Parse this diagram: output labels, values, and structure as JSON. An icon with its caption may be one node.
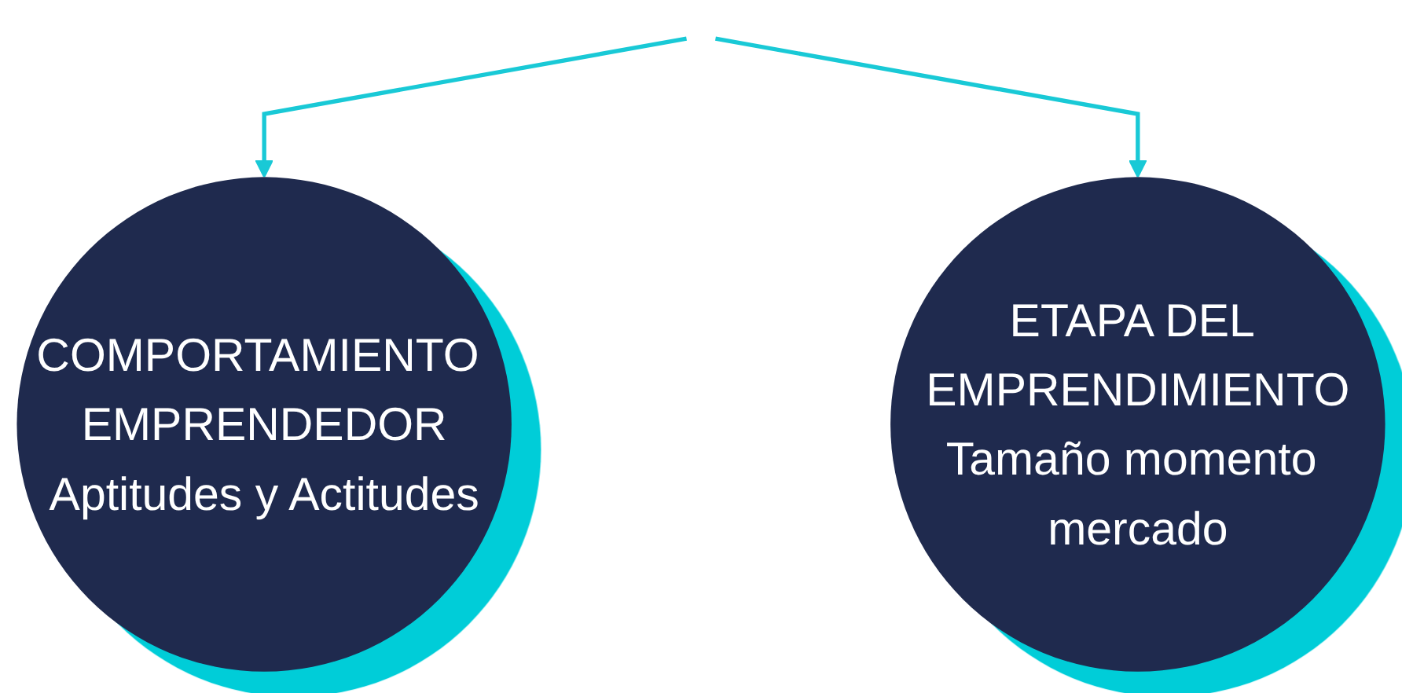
{
  "diagram": {
    "nodes": [
      {
        "text": [
          "COMPORTAMIENTO EMPRENDEDOR",
          "Aptitudes y Actitudes"
        ]
      },
      {
        "text": [
          "ETAPA DEL EMPRENDIMIENTO",
          "Tamaño momento mercado"
        ]
      }
    ],
    "edges": [
      {
        "from": null,
        "to": 0,
        "arrow": "to",
        "color": "#19c9d6"
      },
      {
        "from": null,
        "to": 1,
        "arrow": "to",
        "color": "#19c9d6"
      }
    ]
  }
}
